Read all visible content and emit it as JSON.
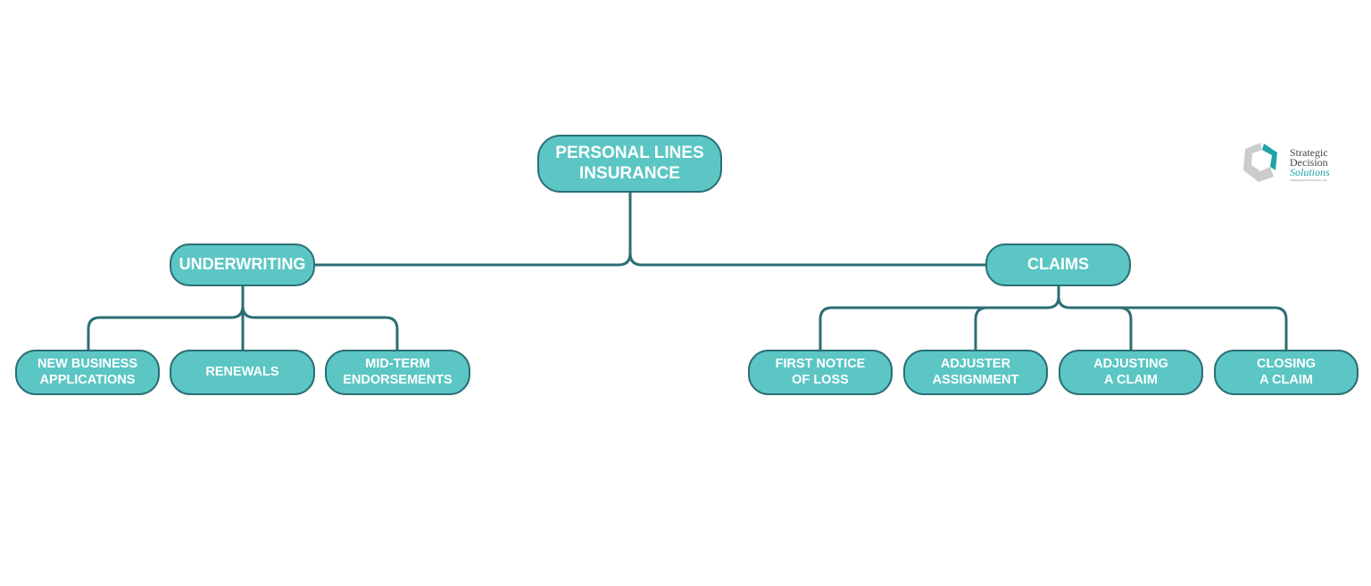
{
  "diagram": {
    "root": {
      "label": "PERSONAL LINES\nINSURANCE"
    },
    "branches": [
      {
        "label": "UNDERWRITING",
        "children": [
          {
            "label": "NEW BUSINESS\nAPPLICATIONS"
          },
          {
            "label": "RENEWALS"
          },
          {
            "label": "MID-TERM\nENDORSEMENTS"
          }
        ]
      },
      {
        "label": "CLAIMS",
        "children": [
          {
            "label": "FIRST NOTICE\nOF LOSS"
          },
          {
            "label": "ADJUSTER\nASSIGNMENT"
          },
          {
            "label": "ADJUSTING\nA CLAIM"
          },
          {
            "label": "CLOSING\nA CLAIM"
          }
        ]
      }
    ]
  },
  "logo": {
    "line1": "Strategic",
    "line2": "Decision",
    "line3": "Solutions",
    "url": "StrategicDecisionSolutions.com"
  },
  "colors": {
    "node_fill": "#5bc6c4",
    "node_border": "#2b6e74",
    "connector": "#2b6e74",
    "node_text": "#ffffff",
    "logo_teal": "#1fa3a8",
    "logo_gray": "#cccccc"
  }
}
